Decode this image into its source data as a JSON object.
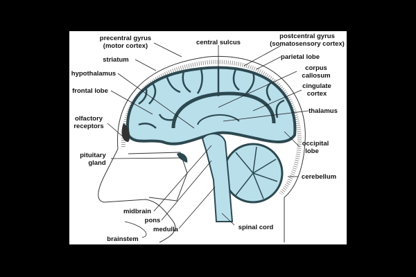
{
  "diagram": {
    "colors": {
      "background": "#000000",
      "panel": "#ffffff",
      "brain": "#b9dfeb",
      "outline": "#2c4850"
    },
    "labels": {
      "precentral_gyrus": [
        "precentral gyrus",
        "(motor cortex)"
      ],
      "central_sulcus": "central sulcus",
      "postcentral_gyrus": [
        "postcentral gyrus",
        "(somatosensory cortex)"
      ],
      "parietal_lobe": "parietal lobe",
      "striatum": "striatum",
      "corpus_callosum": [
        "corpus",
        "callosum"
      ],
      "hypothalamus": "hypothalamus",
      "cingulate_cortex": [
        "cingulate",
        "cortex"
      ],
      "frontal_lobe": "frontal lobe",
      "thalamus": "thalamus",
      "olfactory_receptors": [
        "olfactory",
        "receptors"
      ],
      "occipital_lobe": [
        "occipital",
        "lobe"
      ],
      "pituitary_gland": [
        "pituitary",
        "gland"
      ],
      "cerebellum": "cerebellum",
      "midbrain": "midbrain",
      "pons": "pons",
      "medulla": "medulla",
      "spinal_cord": "spinal cord",
      "brainstem": "brainstem"
    }
  }
}
